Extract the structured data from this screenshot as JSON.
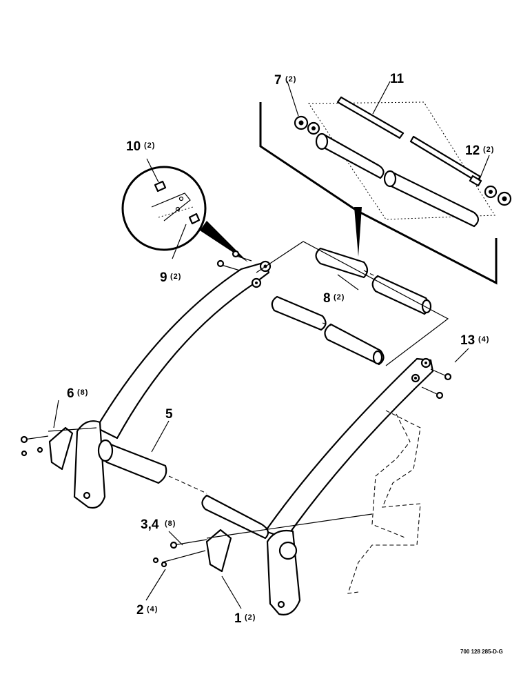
{
  "callouts": [
    {
      "id": "c7",
      "num": "7",
      "qty": "(2)"
    },
    {
      "id": "c11",
      "num": "11",
      "qty": ""
    },
    {
      "id": "c10",
      "num": "10",
      "qty": "(2)"
    },
    {
      "id": "c12",
      "num": "12",
      "qty": "(2)"
    },
    {
      "id": "c9",
      "num": "9",
      "qty": "(2)"
    },
    {
      "id": "c8",
      "num": "8",
      "qty": "(2)"
    },
    {
      "id": "c13",
      "num": "13",
      "qty": "(4)"
    },
    {
      "id": "c6",
      "num": "6",
      "qty": "(8)"
    },
    {
      "id": "c5",
      "num": "5",
      "qty": ""
    },
    {
      "id": "c34",
      "num": "3,4",
      "qty": "(8)"
    },
    {
      "id": "c2",
      "num": "2",
      "qty": "(4)"
    },
    {
      "id": "c1",
      "num": "1",
      "qty": "(2)"
    }
  ],
  "document_number": "700 128 285-D-G"
}
